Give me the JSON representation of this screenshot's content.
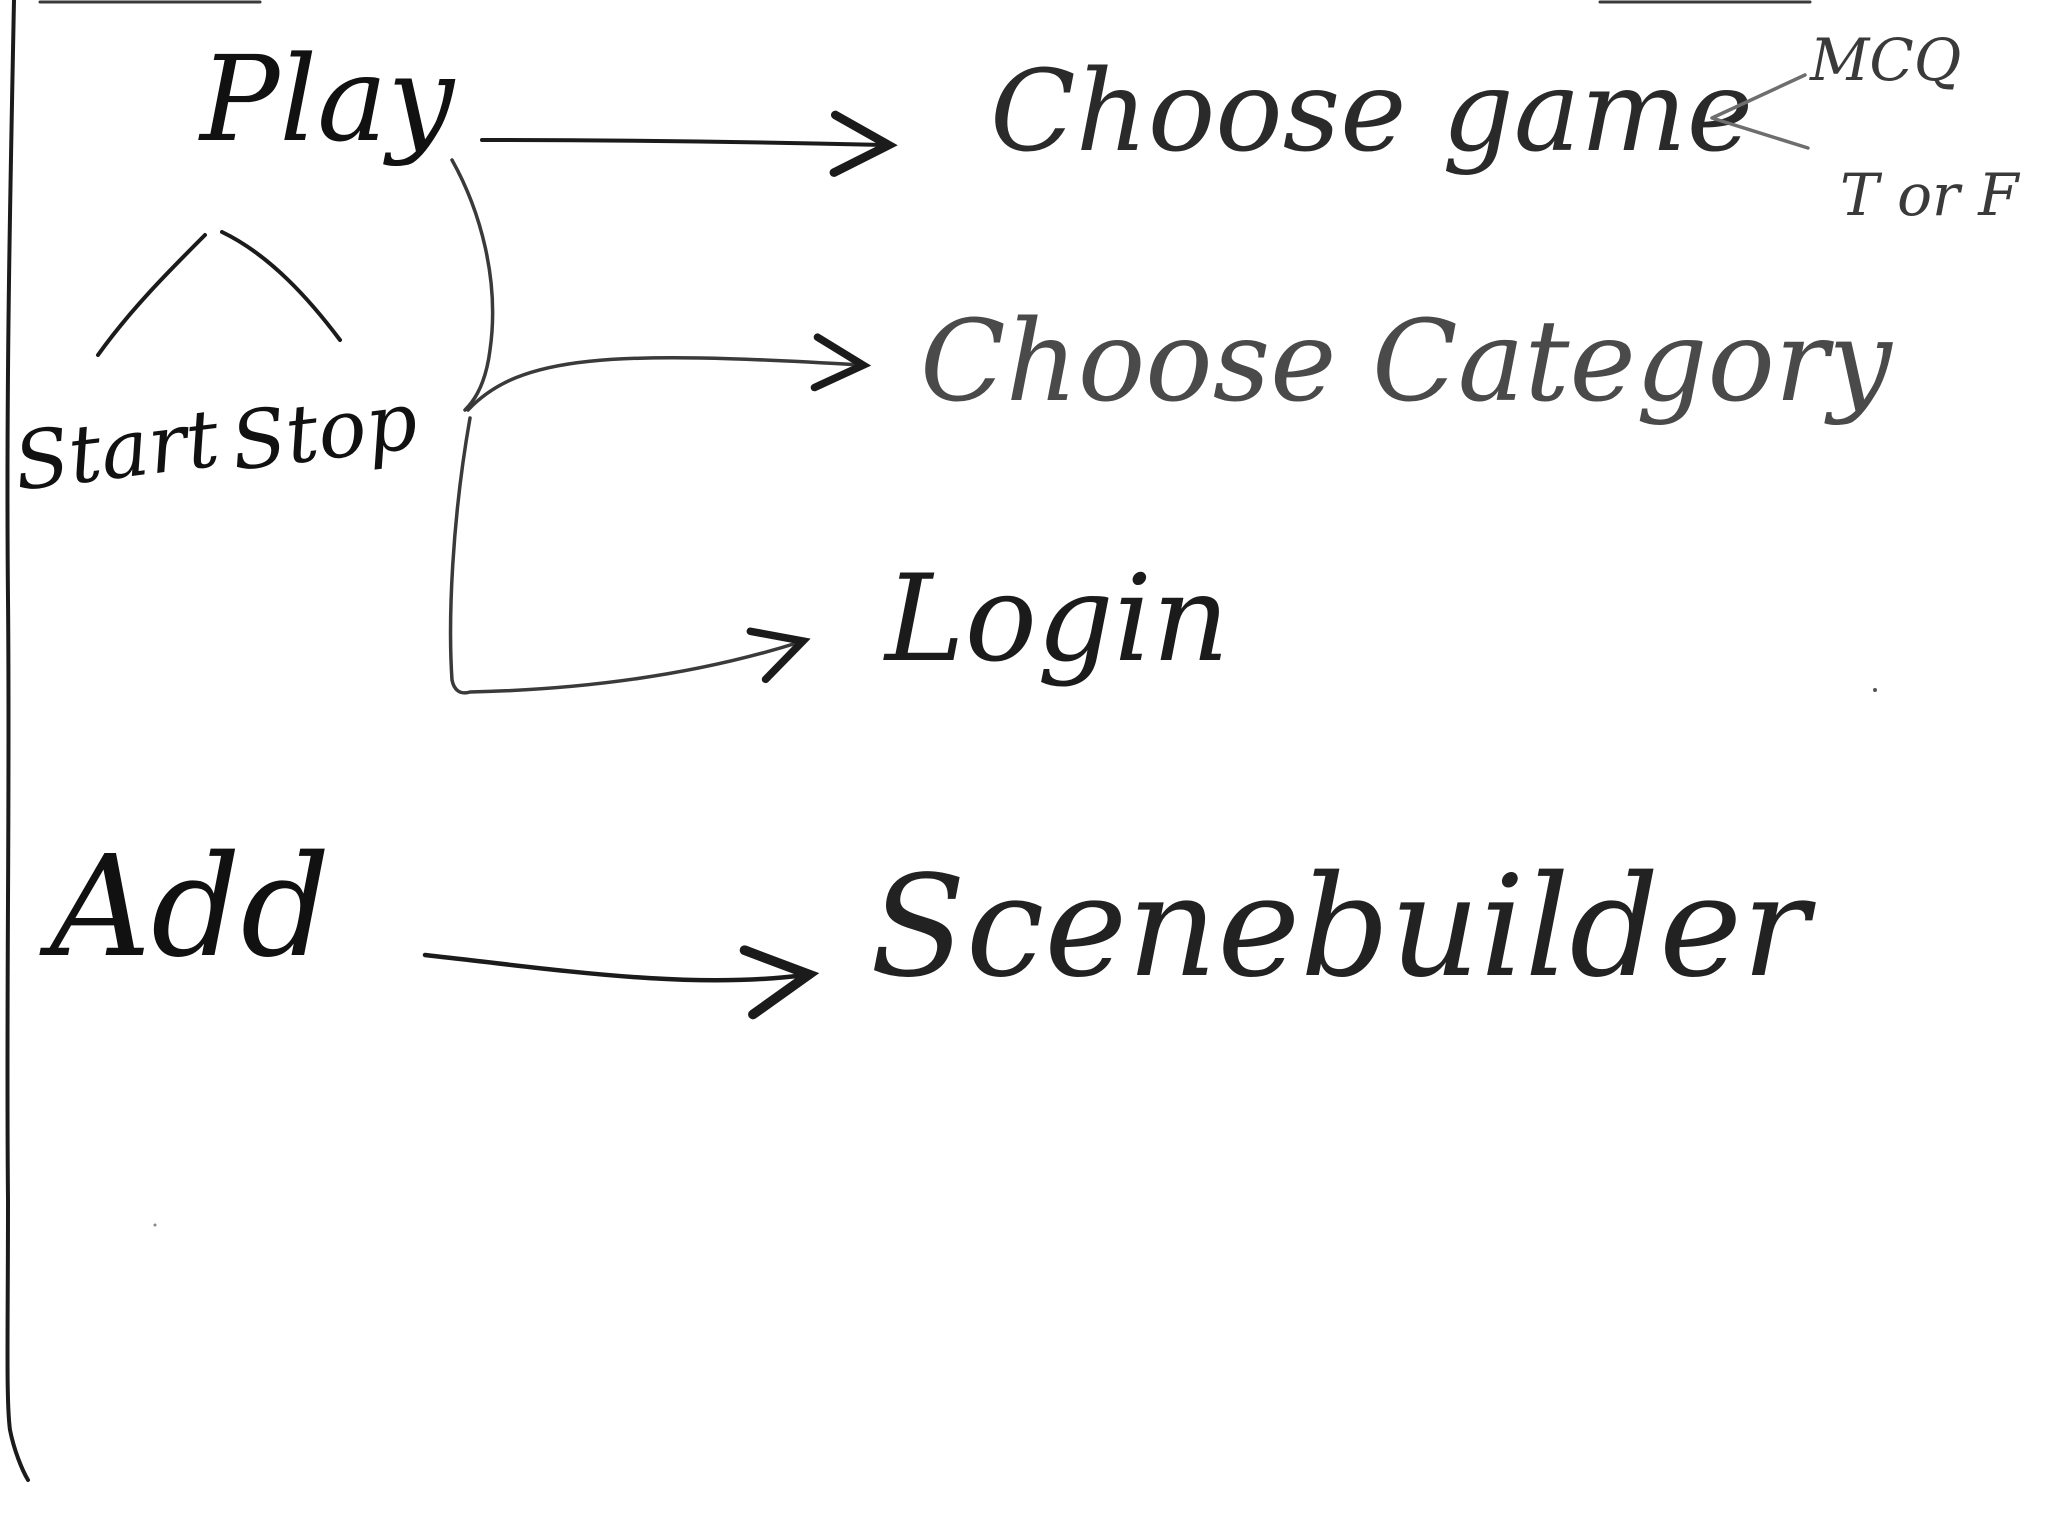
{
  "diagram": {
    "nodes": {
      "play": "Play",
      "start": "Start",
      "stop": "Stop",
      "add": "Add",
      "choose_game": "Choose game",
      "mcq": "MCQ",
      "torf": "T or F",
      "choose_category": "Choose Category",
      "login": "Login",
      "scenebuilder": "Scenebuilder"
    },
    "edges": [
      {
        "from": "play",
        "to": "start"
      },
      {
        "from": "play",
        "to": "stop"
      },
      {
        "from": "play",
        "to": "choose_game"
      },
      {
        "from": "play",
        "to": "choose_category"
      },
      {
        "from": "play",
        "to": "login"
      },
      {
        "from": "add",
        "to": "scenebuilder"
      },
      {
        "from": "choose_game",
        "to": "mcq"
      },
      {
        "from": "choose_game",
        "to": "torf"
      }
    ]
  }
}
